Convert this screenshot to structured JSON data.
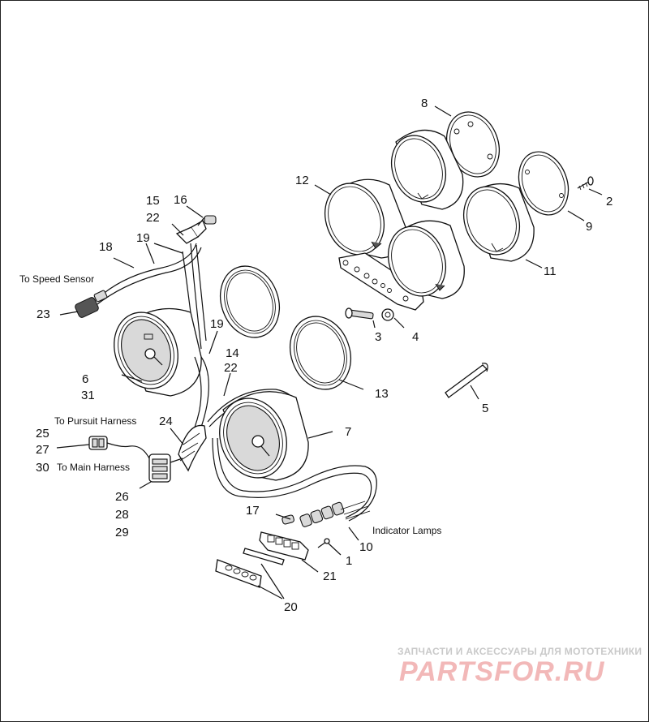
{
  "callouts": [
    {
      "id": "c1",
      "text": "1"
    },
    {
      "id": "c2",
      "text": "2"
    },
    {
      "id": "c3",
      "text": "3"
    },
    {
      "id": "c4",
      "text": "4"
    },
    {
      "id": "c5",
      "text": "5"
    },
    {
      "id": "c6",
      "text": "6"
    },
    {
      "id": "c7",
      "text": "7"
    },
    {
      "id": "c8",
      "text": "8"
    },
    {
      "id": "c9",
      "text": "9"
    },
    {
      "id": "c10",
      "text": "10"
    },
    {
      "id": "c11",
      "text": "11"
    },
    {
      "id": "c12",
      "text": "12"
    },
    {
      "id": "c13",
      "text": "13"
    },
    {
      "id": "c14",
      "text": "14"
    },
    {
      "id": "c15",
      "text": "15"
    },
    {
      "id": "c16",
      "text": "16"
    },
    {
      "id": "c17",
      "text": "17"
    },
    {
      "id": "c18",
      "text": "18"
    },
    {
      "id": "c19a",
      "text": "19"
    },
    {
      "id": "c19b",
      "text": "19"
    },
    {
      "id": "c20",
      "text": "20"
    },
    {
      "id": "c21",
      "text": "21"
    },
    {
      "id": "c22a",
      "text": "22"
    },
    {
      "id": "c22b",
      "text": "22"
    },
    {
      "id": "c23",
      "text": "23"
    },
    {
      "id": "c24",
      "text": "24"
    },
    {
      "id": "c25",
      "text": "25"
    },
    {
      "id": "c26",
      "text": "26"
    },
    {
      "id": "c27",
      "text": "27"
    },
    {
      "id": "c28",
      "text": "28"
    },
    {
      "id": "c29",
      "text": "29"
    },
    {
      "id": "c30",
      "text": "30"
    },
    {
      "id": "c31",
      "text": "31"
    }
  ],
  "labels": {
    "speed_sensor": "To Speed Sensor",
    "pursuit_harness": "To Pursuit Harness",
    "main_harness": "To Main Harness",
    "indicator_lamps": "Indicator Lamps"
  },
  "watermark": {
    "tagline": "ЗАПЧАСТИ И АКСЕССУАРЫ ДЛЯ МОТОТЕХНИКИ",
    "brand": "PARTSFOR.RU",
    "brand_color": "#f2b8b8"
  }
}
